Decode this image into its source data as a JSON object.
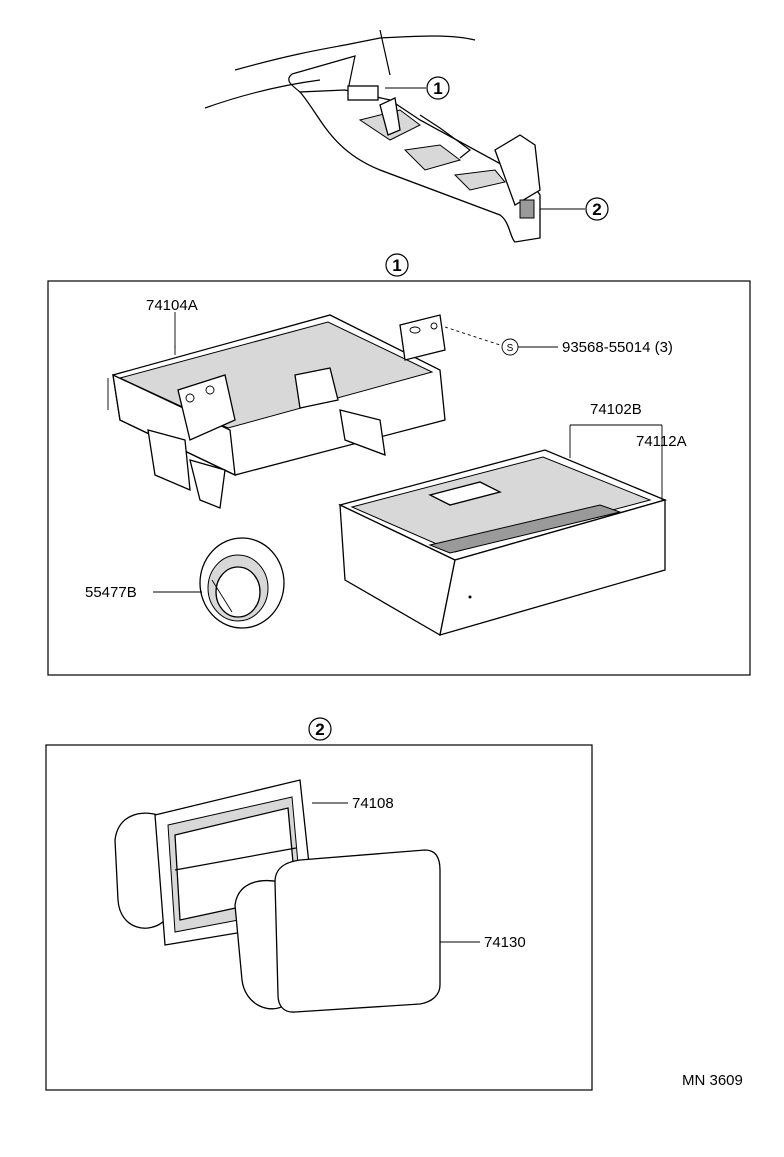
{
  "callouts": {
    "one": "1",
    "two": "2",
    "section_one": "1",
    "section_two": "2",
    "s_mark": "S"
  },
  "labels": {
    "bracket": "74104A",
    "screw": "93568-55014 (3)",
    "box_assy": "74102B",
    "box": "74112A",
    "ring": "55477B",
    "housing": "74108",
    "plug": "74130",
    "code": "MN 3609"
  }
}
